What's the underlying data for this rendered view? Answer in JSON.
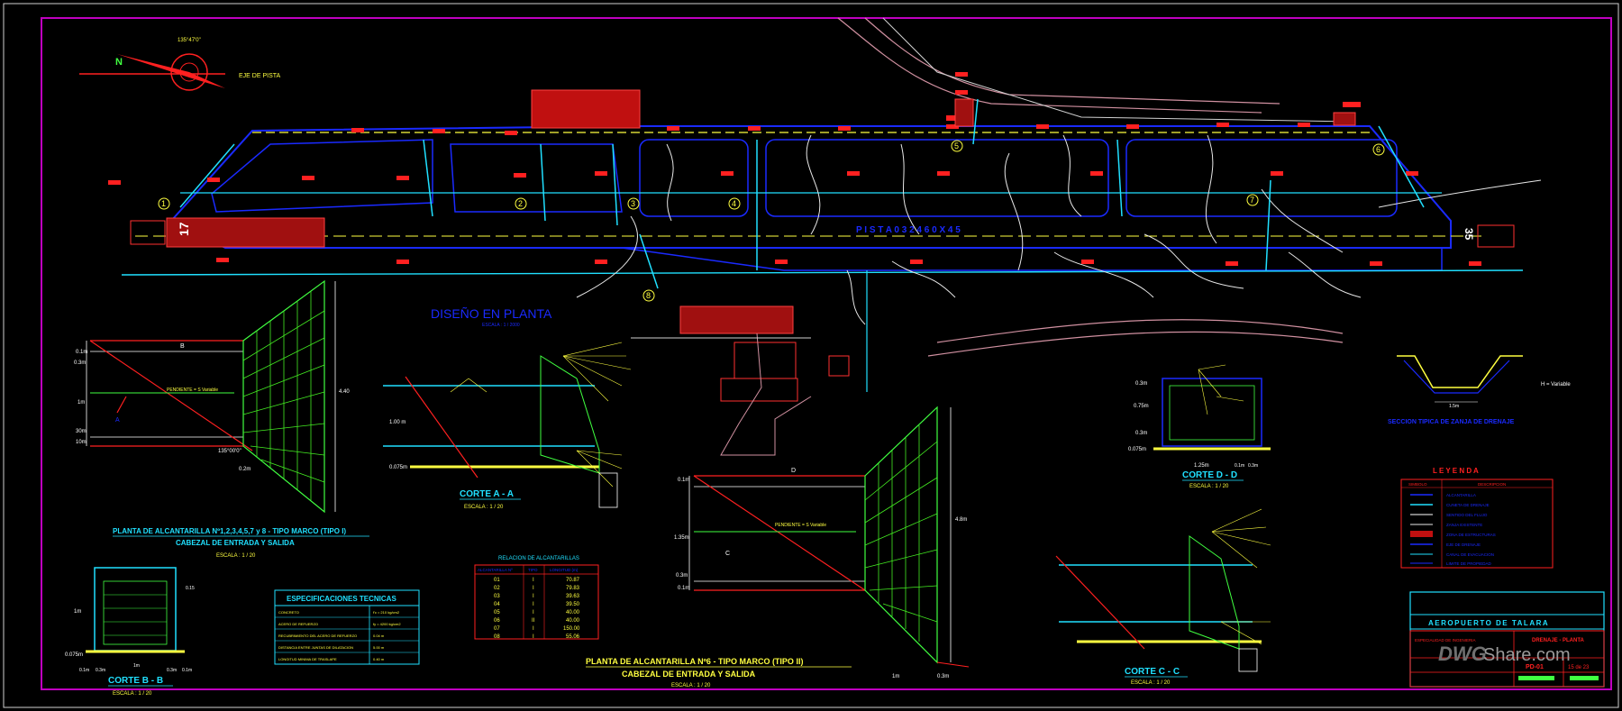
{
  "plan": {
    "title": "DISEÑO EN PLANTA",
    "scale": "ESCALA : 1 / 2000",
    "runway_label": "P I S T A   0 3   2 4 6 0   X 4 5",
    "axis_label": "EJE DE PISTA",
    "bearing": "135°47'0\"",
    "north": "N",
    "threshold_left": "17",
    "threshold_right": "35",
    "culvert_markers": [
      "1",
      "2",
      "3",
      "4",
      "5",
      "6",
      "7",
      "8"
    ]
  },
  "plan_alcantarilla_1": {
    "title": "PLANTA DE ALCANTARILLA  Nº1,2,3,4,5,7 y 8 - TIPO MARCO (TIPO I)",
    "subtitle": "CABEZAL DE ENTRADA Y SALIDA",
    "scale": "ESCALA : 1 / 20",
    "slope": "PENDIENTE  =  S Variable",
    "section_mark": "B",
    "section_mark2": "A",
    "angle": "135°00'0\"",
    "dims": [
      "0.1m",
      "0.3m",
      "1m",
      "30m",
      "10m",
      "0.2m",
      "4.40"
    ]
  },
  "plan_alcantarilla_2": {
    "title": "PLANTA DE ALCANTARILLA  Nº6 - TIPO MARCO (TIPO II)",
    "subtitle": "CABEZAL DE ENTRADA Y SALIDA",
    "scale": "ESCALA : 1 / 20",
    "slope": "PENDIENTE  =  S Variable",
    "section_mark": "D",
    "section_mark2": "C",
    "dims": [
      "0.1m",
      "1.35m",
      "0.3m",
      "0.1m",
      "4.8m",
      "1m",
      "0.3m"
    ]
  },
  "corte_a": {
    "title": "CORTE A - A",
    "scale": "ESCALA : 1 / 20",
    "dims": [
      "1.00 m",
      "0.075m"
    ]
  },
  "corte_b": {
    "title": "CORTE B - B",
    "scale": "ESCALA : 1 / 20",
    "dims": [
      "1m",
      "0.075m",
      "0.1m",
      "0.3m",
      "1m",
      "0.3m",
      "0.1m",
      "0.15"
    ]
  },
  "corte_c": {
    "title": "CORTE C - C",
    "scale": "ESCALA : 1 / 20"
  },
  "corte_d": {
    "title": "CORTE D - D",
    "scale": "ESCALA : 1 / 20",
    "dims": [
      "0.3m",
      "0.75m",
      "0.3m",
      "0.075m",
      "1.25m",
      "0.1m",
      "0.3m"
    ]
  },
  "zanja": {
    "title": "SECCION TIPICA DE ZANJA DE DRENAJE",
    "note": "H = Variable",
    "dim": "1.5m"
  },
  "especificaciones": {
    "title": "ESPECIFICACIONES TECNICAS",
    "rows": [
      [
        "CONCRETO",
        "f'c = 210 kg/cm2"
      ],
      [
        "ACERO DE REFUERZO",
        "fy = 4200 kg/cm2"
      ],
      [
        "RECUBRIMIENTO DEL ACERO DE REFUERZO",
        "0.04 m"
      ],
      [
        "DISTANCIA ENTRE JUNTAS DE DILATACION",
        "5.00 m"
      ],
      [
        "LONGITUD MINIMA DE TRASLAPE",
        "0.40 m"
      ]
    ]
  },
  "relacion": {
    "title": "RELACION  DE  ALCANTARILLAS",
    "headers": [
      "ALCANTARILLA Nº",
      "TIPO",
      "LONGITUD (m)"
    ],
    "rows": [
      [
        "01",
        "I",
        "70.87"
      ],
      [
        "02",
        "I",
        "79.83"
      ],
      [
        "03",
        "I",
        "39.63"
      ],
      [
        "04",
        "I",
        "39.50"
      ],
      [
        "05",
        "I",
        "40.00"
      ],
      [
        "06",
        "II",
        "40.00"
      ],
      [
        "07",
        "I",
        "150.00"
      ],
      [
        "08",
        "I",
        "55.06"
      ]
    ]
  },
  "leyenda": {
    "title": "L E Y E N D A",
    "headers": [
      "SIMBOLO",
      "DESCRIPCION"
    ],
    "rows": [
      "ALCANTARILLA",
      "CUNETA DE DRENAJE",
      "SENTIDO DEL FLUJO",
      "ZANJA EXISTENTE",
      "ZONA DE ESTRUCTURAS",
      "EJE DE DRENAJE",
      "CANAL DE EVACUACION",
      "LIMITE DE PROPIEDAD"
    ]
  },
  "title_block": {
    "project": "AEROPUERTO DE TALARA",
    "sheet_title": "DRENAJE - PLANTA",
    "left_label": "ESPECIALIDAD DE INGENIERIA",
    "sheet_code": "PD-01",
    "sheet_number": "15 de 23",
    "watermark_a": "DWG",
    "watermark_b": "Share.com"
  },
  "colors": {
    "border": "#c000c0",
    "runway": "#1a2aff",
    "grid": "#44ee22",
    "text": "#ffff40",
    "accent": "#ff2020",
    "cyan": "#20e0ff"
  }
}
